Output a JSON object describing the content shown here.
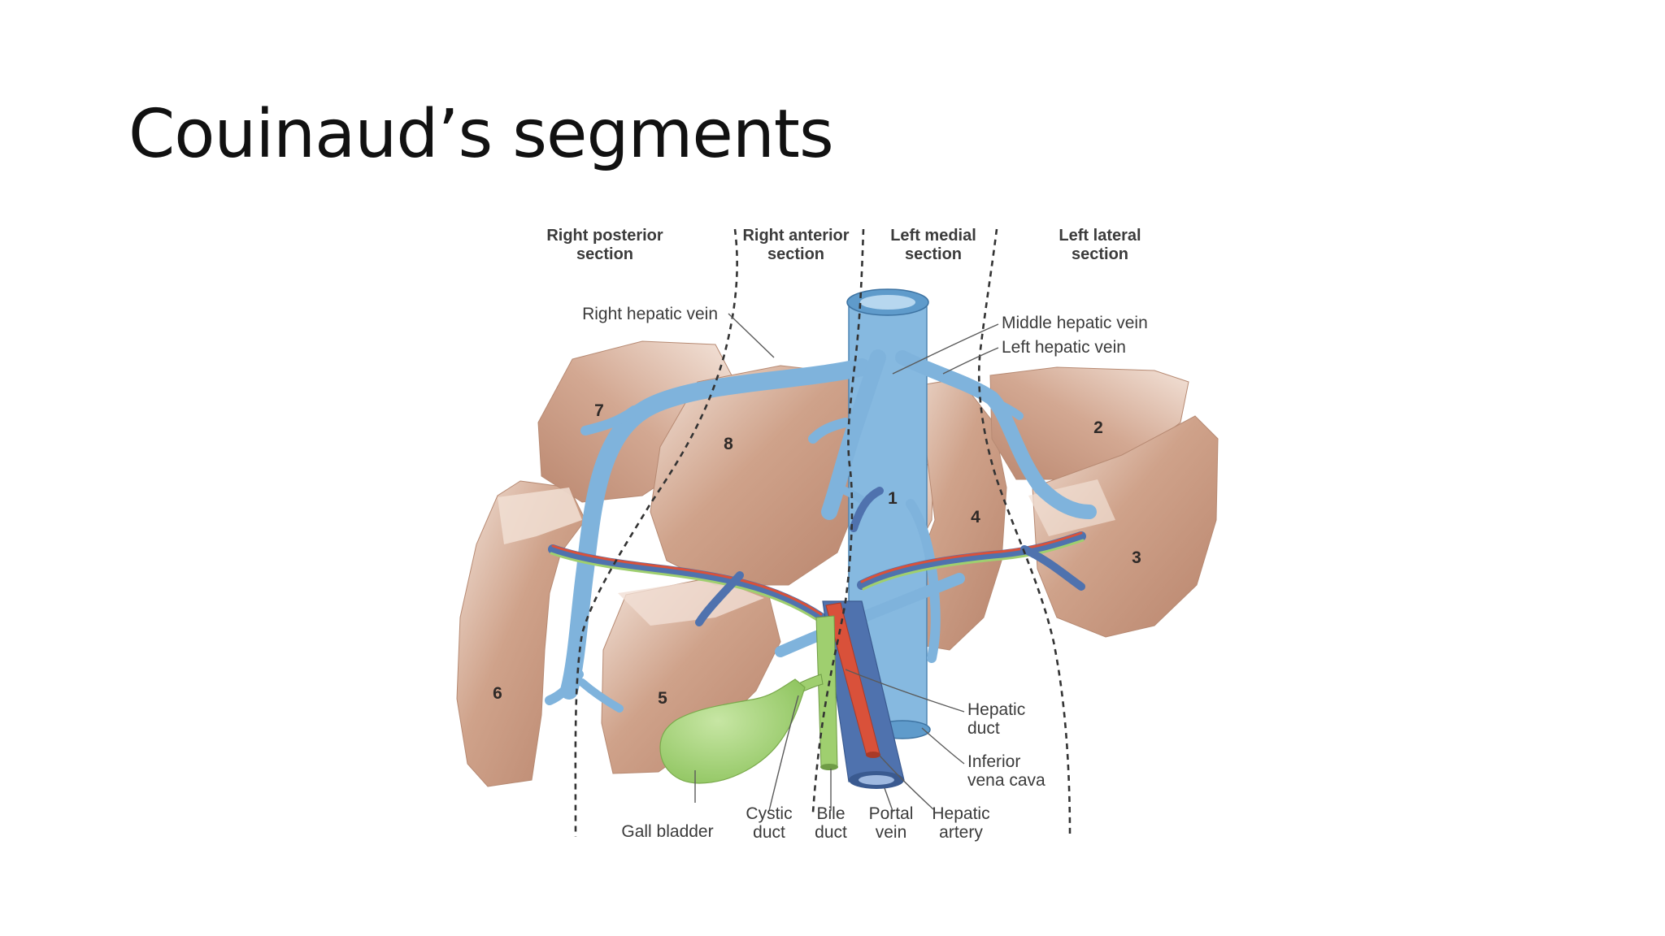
{
  "slide": {
    "title": "Couinaud’s segments"
  },
  "sections": [
    {
      "line1": "Right posterior",
      "line2": "section"
    },
    {
      "line1": "Right anterior",
      "line2": "section"
    },
    {
      "line1": "Left medial",
      "line2": "section"
    },
    {
      "line1": "Left lateral",
      "line2": "section"
    }
  ],
  "segments": [
    "1",
    "2",
    "3",
    "4",
    "5",
    "6",
    "7",
    "8"
  ],
  "labels": {
    "right_hepatic_vein": "Right hepatic vein",
    "middle_hepatic_vein": "Middle hepatic vein",
    "left_hepatic_vein": "Left hepatic vein",
    "hepatic_duct": {
      "line1": "Hepatic",
      "line2": "duct"
    },
    "inferior_vena_cava": {
      "line1": "Inferior",
      "line2": "vena cava"
    },
    "gall_bladder": "Gall bladder",
    "cystic_duct": {
      "line1": "Cystic",
      "line2": "duct"
    },
    "bile_duct": {
      "line1": "Bile",
      "line2": "duct"
    },
    "portal_vein": {
      "line1": "Portal",
      "line2": "vein"
    },
    "hepatic_artery": {
      "line1": "Hepatic",
      "line2": "artery"
    }
  },
  "colors": {
    "liver": "#c7977e",
    "liver_light": "#eed8cb",
    "hepatic_vein": "#7fb3dc",
    "portal_vein": "#4f72ae",
    "hepatic_artery": "#d9513a",
    "bile_duct": "#9fcf6f",
    "gall_bladder": "#a8d47e"
  }
}
